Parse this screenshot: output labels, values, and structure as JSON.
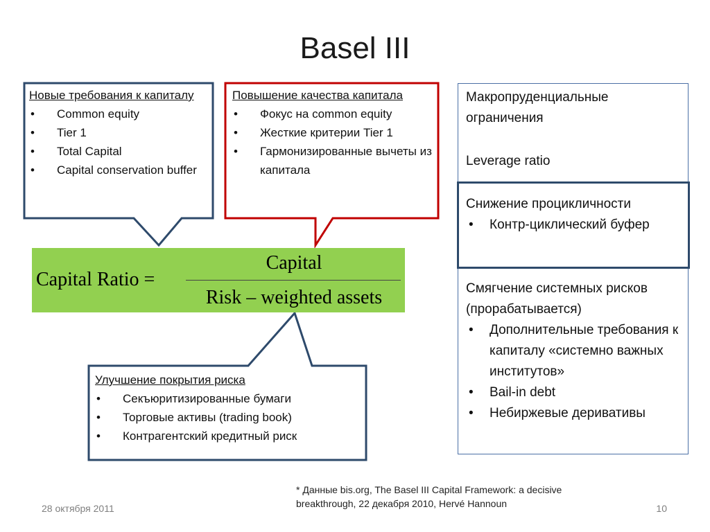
{
  "slide": {
    "title": "Basel III",
    "formula": {
      "lhs": "Capital Ratio =",
      "numerator": "Capital",
      "denominator": "Risk – weighted assets"
    },
    "box_capital": {
      "heading": "Новые требования к капиталу",
      "items": [
        "Common equity",
        "Tier 1",
        "Total Capital",
        "Capital conservation buffer"
      ]
    },
    "box_quality": {
      "heading": "Повышение качества капитала",
      "items": [
        "Фокус на common equity",
        "Жесткие критерии Tier 1",
        "Гармонизированные вычеты из капитала"
      ]
    },
    "box_risk": {
      "heading": "Улучшение покрытия риска",
      "items": [
        "Секъюритизированные бумаги",
        "Торговые активы (trading book)",
        "Контрагентский кредитный риск"
      ]
    },
    "macro": {
      "heading": "Макропруденциальные ограничения",
      "leverage": "Leverage ratio",
      "procyclicality": {
        "heading": "Снижение процикличности",
        "items": [
          "Контр-циклический буфер"
        ]
      },
      "systemic": {
        "heading": "Смягчение системных рисков (прорабатывается)",
        "items": [
          "Дополнительные требования к капиталу «системно важных институтов»",
          "Bail-in debt",
          "Небиржевые деривативы"
        ]
      }
    },
    "footnote": "* Данные bis.org, The Basel III Capital Framework: a decisive breakthrough, 22 декабря 2010, Hervé Hannoun",
    "date": "28 октября 2011",
    "page_number": "10",
    "colors": {
      "blue_border": "#2e4a6b",
      "red_border": "#c00000",
      "formula_fill": "#92d050",
      "macro_border": "#4a6fa5"
    }
  }
}
